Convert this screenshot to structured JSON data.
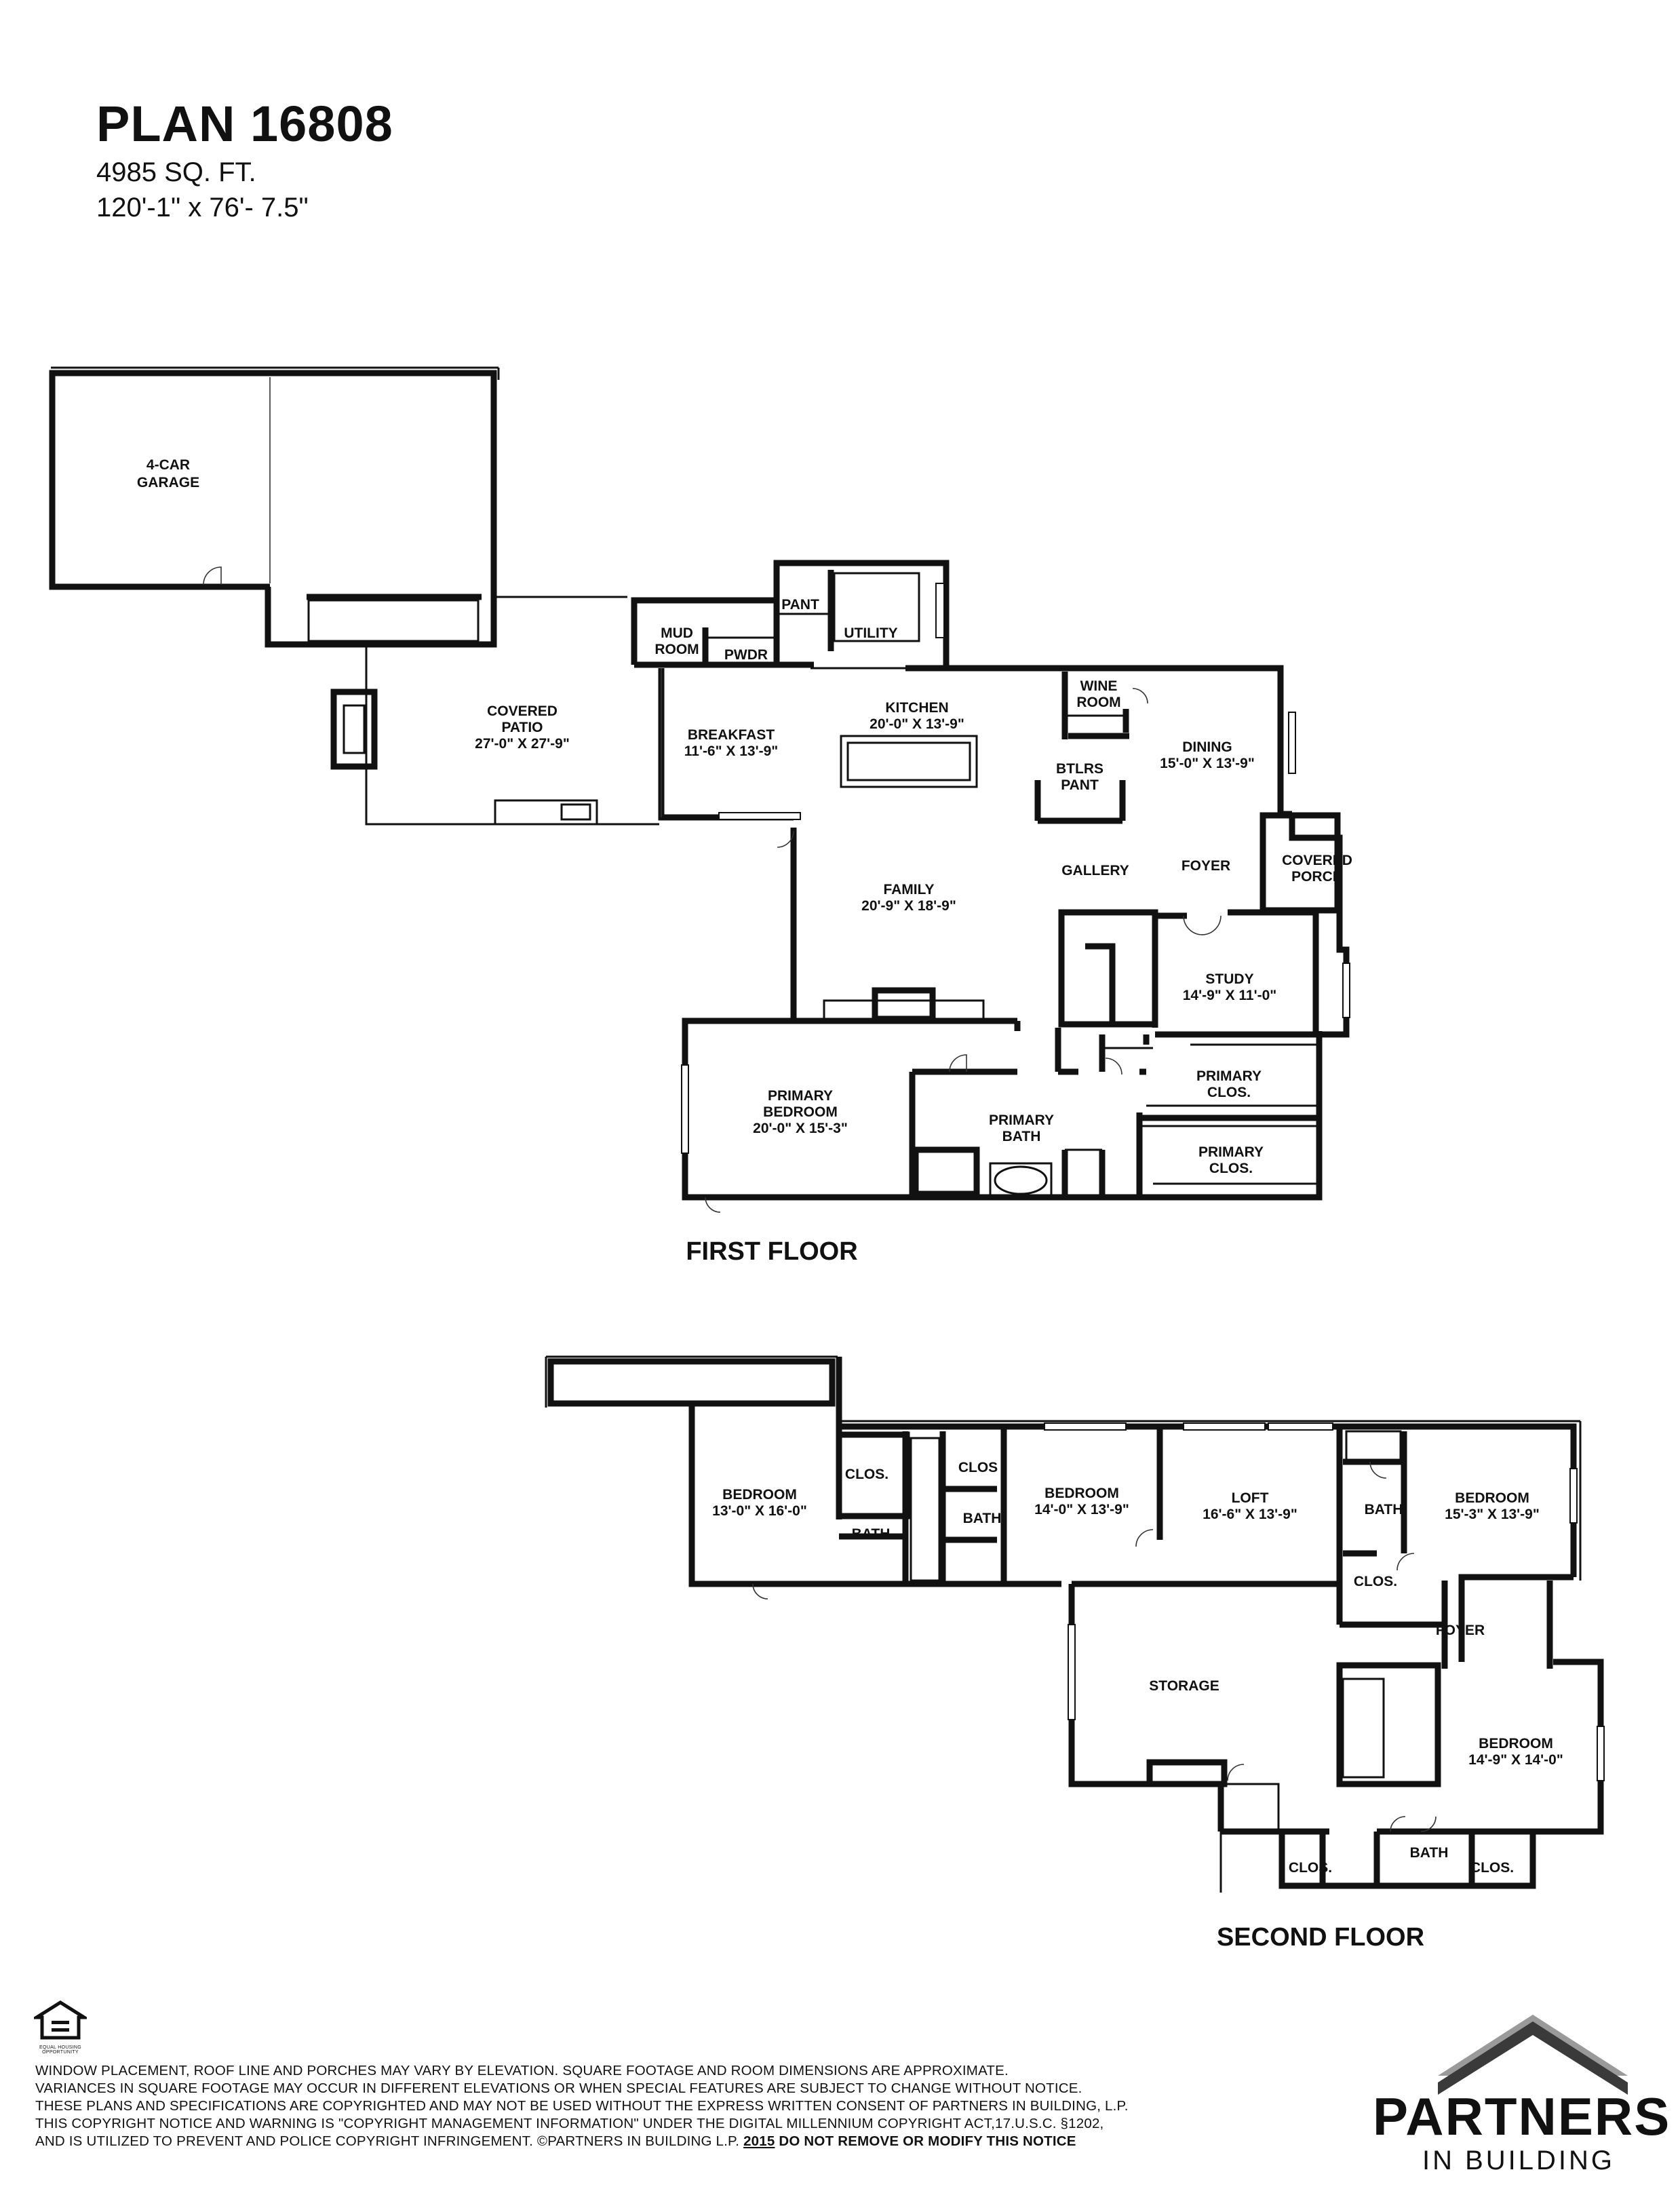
{
  "header": {
    "plan_name": "PLAN 16808",
    "square_feet": "4985 SQ. FT.",
    "dimensions": "120'-1\" x 76'- 7.5\""
  },
  "first_floor": {
    "label": "FIRST FLOOR",
    "rooms": [
      {
        "name": "4-CAR",
        "name2": "GARAGE",
        "size": ""
      },
      {
        "name": "COVERED",
        "name2": "PATIO",
        "size": "27'-0\" X 27'-9\""
      },
      {
        "name": "MUD",
        "name2": "ROOM",
        "size": ""
      },
      {
        "name": "PWDR",
        "name2": "",
        "size": ""
      },
      {
        "name": "PANT",
        "name2": "",
        "size": ""
      },
      {
        "name": "UTILITY",
        "name2": "",
        "size": ""
      },
      {
        "name": "KITCHEN",
        "name2": "",
        "size": "20'-0\" X 13'-9\""
      },
      {
        "name": "WINE",
        "name2": "ROOM",
        "size": ""
      },
      {
        "name": "BREAKFAST",
        "name2": "",
        "size": "11'-6\" X 13'-9\""
      },
      {
        "name": "DINING",
        "name2": "",
        "size": "15'-0\" X 13'-9\""
      },
      {
        "name": "BTLRS",
        "name2": "PANT",
        "size": ""
      },
      {
        "name": "COVERED",
        "name2": "PORCH",
        "size": ""
      },
      {
        "name": "FOYER",
        "name2": "",
        "size": ""
      },
      {
        "name": "GALLERY",
        "name2": "",
        "size": ""
      },
      {
        "name": "FAMILY",
        "name2": "",
        "size": "20'-9\" X 18'-9\""
      },
      {
        "name": "STUDY",
        "name2": "",
        "size": "14'-9\" X 11'-0\""
      },
      {
        "name": "PRIMARY",
        "name2": "BEDROOM",
        "size": "20'-0\" X 15'-3\""
      },
      {
        "name": "PRIMARY",
        "name2": "CLOS.",
        "size": ""
      },
      {
        "name": "PRIMARY",
        "name2": "BATH",
        "size": ""
      },
      {
        "name": "PRIMARY",
        "name2": "CLOS.",
        "size": ""
      }
    ]
  },
  "second_floor": {
    "label": "SECOND FLOOR",
    "rooms": [
      {
        "name": "BEDROOM",
        "name2": "",
        "size": "13'-0\" X 16'-0\""
      },
      {
        "name": "CLOS.",
        "name2": "",
        "size": ""
      },
      {
        "name": "BATH",
        "name2": "",
        "size": ""
      },
      {
        "name": "CLOS",
        "name2": "",
        "size": ""
      },
      {
        "name": "BATH",
        "name2": "",
        "size": ""
      },
      {
        "name": "BEDROOM",
        "name2": "",
        "size": "14'-0\" X 13'-9\""
      },
      {
        "name": "LOFT",
        "name2": "",
        "size": "16'-6\" X 13'-9\""
      },
      {
        "name": "BATH",
        "name2": "",
        "size": ""
      },
      {
        "name": "BEDROOM",
        "name2": "",
        "size": "15'-3\" X 13'-9\""
      },
      {
        "name": "CLOS.",
        "name2": "",
        "size": ""
      },
      {
        "name": "FOYER",
        "name2": "",
        "size": ""
      },
      {
        "name": "STORAGE",
        "name2": "",
        "size": ""
      },
      {
        "name": "BEDROOM",
        "name2": "",
        "size": "14'-9\" X 14'-0\""
      },
      {
        "name": "CLOS.",
        "name2": "",
        "size": ""
      },
      {
        "name": "BATH",
        "name2": "",
        "size": ""
      },
      {
        "name": "CLOS.",
        "name2": "",
        "size": ""
      }
    ]
  },
  "disclaimer": {
    "line1": "WINDOW PLACEMENT, ROOF LINE AND PORCHES MAY VARY BY ELEVATION.  SQUARE FOOTAGE AND ROOM DIMENSIONS ARE APPROXIMATE.",
    "line2": "VARIANCES IN SQUARE FOOTAGE MAY OCCUR IN DIFFERENT ELEVATIONS OR  WHEN SPECIAL FEATURES ARE SUBJECT TO CHANGE WITHOUT NOTICE.",
    "line3": "THESE PLANS AND SPECIFICATIONS ARE COPYRIGHTED AND MAY NOT BE USED WITHOUT THE EXPRESS WRITTEN CONSENT OF PARTNERS IN BUILDING, L.P.",
    "line4": "THIS COPYRIGHT NOTICE AND WARNING IS \"COPYRIGHT MANAGEMENT INFORMATION\" UNDER THE DIGITAL MILLENNIUM COPYRIGHT ACT,17.U.S.C. §1202,",
    "line5_a": "AND IS UTILIZED TO PREVENT AND POLICE COPYRIGHT INFRINGEMENT.  ©PARTNERS IN BUILDING L.P.  ",
    "line5_year": "2015",
    "line5_b": "  DO NOT REMOVE OR MODIFY THIS NOTICE"
  },
  "equal_housing": {
    "icon": "equal-housing-icon",
    "caption": "EQUAL HOUSING OPPORTUNITY"
  },
  "logo": {
    "word": "PARTNERS",
    "sub": "IN BUILDING",
    "icon": "roof-chevron-icon",
    "color_dark": "#3a3a3a",
    "color_light": "#9a9a9a"
  }
}
